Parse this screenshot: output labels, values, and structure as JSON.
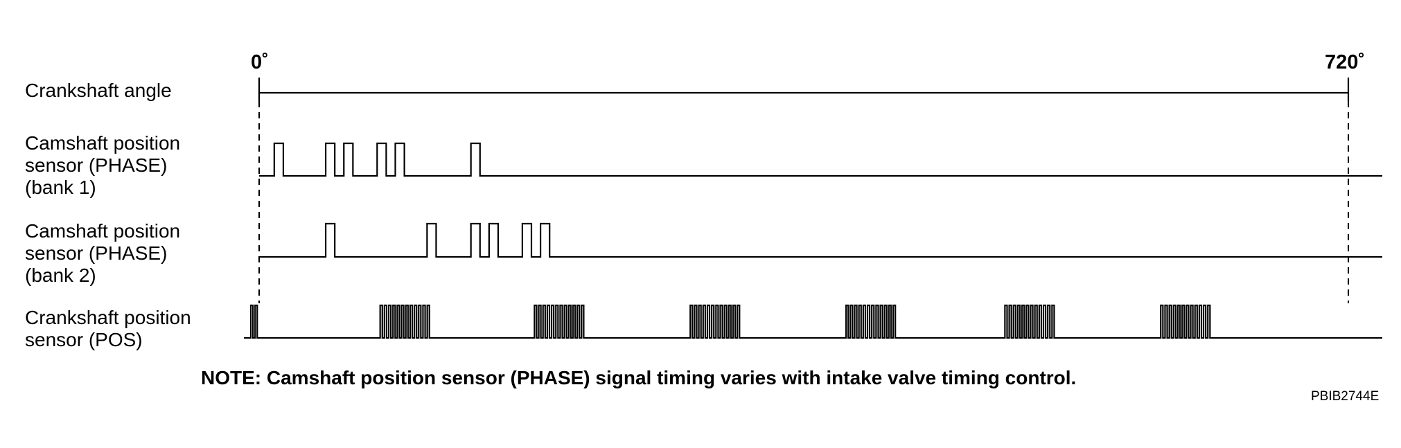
{
  "axis": {
    "start_label": "0˚",
    "end_label": "720˚"
  },
  "rows": [
    {
      "id": "crank-angle",
      "lines": [
        "Crankshaft angle"
      ]
    },
    {
      "id": "cam-bank1",
      "lines": [
        "Camshaft position",
        "sensor (PHASE)",
        "(bank 1)"
      ]
    },
    {
      "id": "cam-bank2",
      "lines": [
        "Camshaft position",
        "sensor (PHASE)",
        "(bank 2)"
      ]
    },
    {
      "id": "crank-pos",
      "lines": [
        "Crankshaft position",
        "sensor (POS)"
      ]
    }
  ],
  "note": "NOTE: Camshaft position sensor (PHASE) signal timing varies with intake valve timing control.",
  "figure_code": "PBIB2744E",
  "signals": {
    "cam_bank1_pulses": [
      [
        10,
        16
      ],
      [
        44,
        50
      ],
      [
        56,
        62
      ],
      [
        78,
        84
      ],
      [
        90,
        96
      ],
      [
        140,
        146
      ]
    ],
    "cam_bank2_pulses": [
      [
        44,
        50
      ],
      [
        111,
        117
      ],
      [
        140,
        146
      ],
      [
        152,
        158
      ],
      [
        174,
        180
      ],
      [
        186,
        192
      ]
    ],
    "crank_pos_teeth_per_group": 12,
    "crank_pos_pre_teeth": 2,
    "crank_pos_groups": 6,
    "crank_pos_degrees_per_tooth": 2.83
  }
}
